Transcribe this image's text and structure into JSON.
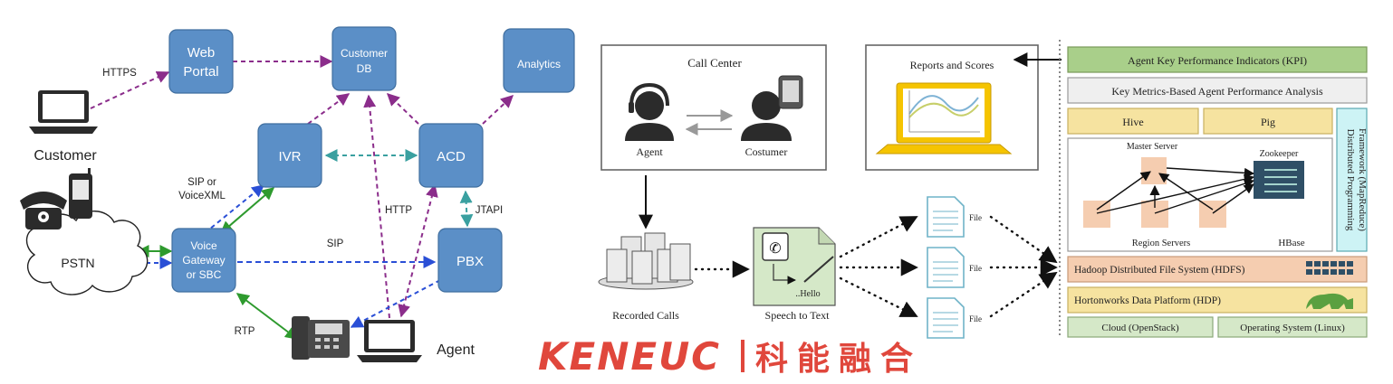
{
  "left_diagram": {
    "nodes": {
      "web_portal": [
        "Web",
        "Portal"
      ],
      "customer_db": [
        "Customer",
        "DB"
      ],
      "analytics": "Analytics",
      "ivr": "IVR",
      "acd": "ACD",
      "voice_gateway": [
        "Voice",
        "Gateway",
        "or SBC"
      ],
      "pbx": "PBX",
      "pstn": "PSTN"
    },
    "labels": {
      "customer": "Customer",
      "agent": "Agent",
      "https": "HTTPS",
      "sip_or": "SIP or",
      "voicexml": "VoiceXML",
      "http": "HTTP",
      "jtapi": "JTAPI",
      "sip": "SIP",
      "rtp": "RTP"
    }
  },
  "middle_diagram": {
    "call_center": "Call Center",
    "agent": "Agent",
    "costumer": "Costumer",
    "recorded_calls": "Recorded Calls",
    "speech_to_text": "Speech to Text",
    "hello": "..Hello",
    "file_label": "File",
    "reports": "Reports and Scores",
    "logo_latin": "KENEUC",
    "logo_cn": "科能融合"
  },
  "right_stack": {
    "kpi": "Agent Key Performance Indicators (KPI)",
    "analysis": "Key Metrics-Based Agent Performance Analysis",
    "hive": "Hive",
    "pig": "Pig",
    "mapreduce_line1": "Distributed Programming",
    "mapreduce_line2": "Framework (MapReduce)",
    "master_server": "Master Server",
    "zookeeper": "Zookeeper",
    "region_servers": "Region Servers",
    "hbase": "HBase",
    "hdfs": "Hadoop Distributed File System (HDFS)",
    "hdp": "Hortonworks Data Platform (HDP)",
    "cloud": "Cloud (OpenStack)",
    "os": "Operating System (Linux)"
  },
  "colors": {
    "node_blue": "#5b8fc7",
    "purple_link": "#8b2d8b",
    "teal_link": "#3aa0a0",
    "blue_link": "#2a4fd6",
    "green_link": "#2e9a2e",
    "kpi_green": "#a9cf8a",
    "hive_yellow": "#f6e3a0",
    "hbase_peach": "#f5cdb0",
    "mapreduce_cyan": "#cdf3f5",
    "logo_red": "#e0473c"
  }
}
